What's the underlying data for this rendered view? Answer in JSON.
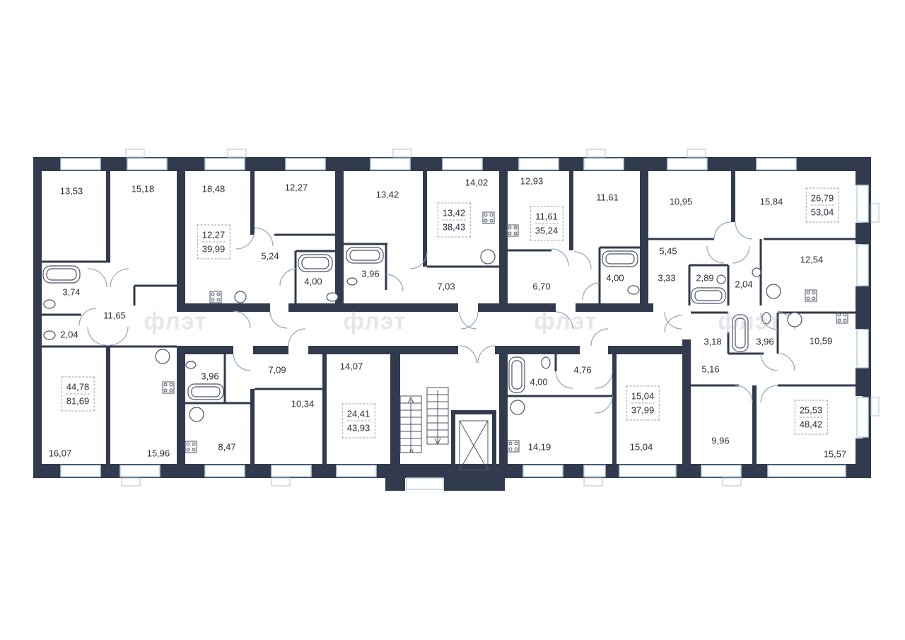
{
  "watermark": "флэт",
  "rooms": [
    {
      "id": "r1",
      "area": "13,53"
    },
    {
      "id": "r2",
      "area": "15,18"
    },
    {
      "id": "r3",
      "area": "18,48"
    },
    {
      "id": "r4",
      "area": "12,27"
    },
    {
      "id": "r5",
      "area": "13,42"
    },
    {
      "id": "r6",
      "area": "14,02"
    },
    {
      "id": "r7",
      "area": "12,93"
    },
    {
      "id": "r8",
      "area": "11,61"
    },
    {
      "id": "r9",
      "area": "10,95"
    },
    {
      "id": "r10",
      "area": "15,84"
    },
    {
      "id": "r11",
      "area": "5,24"
    },
    {
      "id": "r12",
      "area": "4,00"
    },
    {
      "id": "r13",
      "area": "3,96"
    },
    {
      "id": "r14",
      "area": "7,03"
    },
    {
      "id": "r15",
      "area": "6,70"
    },
    {
      "id": "r16",
      "area": "4,00"
    },
    {
      "id": "r17",
      "area": "5,45"
    },
    {
      "id": "r18",
      "area": "3,33"
    },
    {
      "id": "r19",
      "area": "2,89"
    },
    {
      "id": "r20",
      "area": "2,04"
    },
    {
      "id": "r21",
      "area": "12,54"
    },
    {
      "id": "r22",
      "area": "3,74"
    },
    {
      "id": "r23",
      "area": "11,65"
    },
    {
      "id": "r24",
      "area": "2,04"
    },
    {
      "id": "r25",
      "area": "3,96"
    },
    {
      "id": "r26",
      "area": "7,09"
    },
    {
      "id": "r27",
      "area": "14,07"
    },
    {
      "id": "r28",
      "area": "10,34"
    },
    {
      "id": "r29",
      "area": "4,00"
    },
    {
      "id": "r30",
      "area": "4,76"
    },
    {
      "id": "r31",
      "area": "3,18"
    },
    {
      "id": "r32",
      "area": "3,96"
    },
    {
      "id": "r33",
      "area": "10,59"
    },
    {
      "id": "r34",
      "area": "5,16"
    },
    {
      "id": "r35",
      "area": "16,07"
    },
    {
      "id": "r36",
      "area": "15,96"
    },
    {
      "id": "r37",
      "area": "8,47"
    },
    {
      "id": "r38",
      "area": "14,19"
    },
    {
      "id": "r39",
      "area": "15,04"
    },
    {
      "id": "r40",
      "area": "9,96"
    },
    {
      "id": "r41",
      "area": "15,57"
    }
  ],
  "apartments": [
    {
      "id": "a1",
      "living": "12,27",
      "total": "39,99"
    },
    {
      "id": "a2",
      "living": "13,42",
      "total": "38,43"
    },
    {
      "id": "a3",
      "living": "11,61",
      "total": "35,24"
    },
    {
      "id": "a4",
      "living": "26,79",
      "total": "53,04"
    },
    {
      "id": "a5",
      "living": "44,78",
      "total": "81,69"
    },
    {
      "id": "a6",
      "living": "24,41",
      "total": "43,93"
    },
    {
      "id": "a7",
      "living": "15,04",
      "total": "37,99"
    },
    {
      "id": "a8",
      "living": "25,53",
      "total": "48,42"
    }
  ],
  "colors": {
    "wall": "#323a4e",
    "window": "#b8d2df",
    "fixture": "#4a5266"
  }
}
